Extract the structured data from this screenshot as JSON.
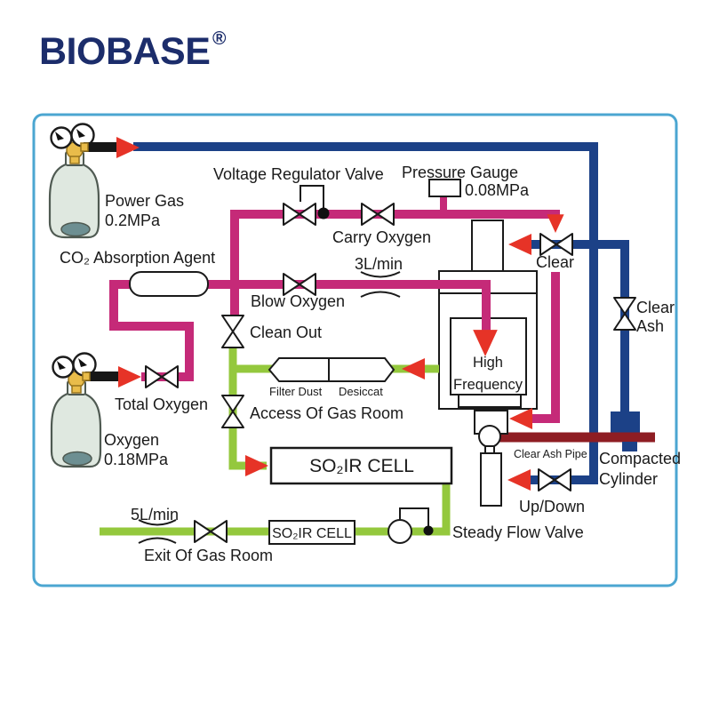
{
  "logo": {
    "text": "BIOBASE",
    "reg": "®"
  },
  "colors": {
    "pipe-magenta": "#c52a78",
    "pipe-green": "#94c83d",
    "pipe-blue": "#1c4187",
    "pipe-maroon": "#8e1d23",
    "arrow-red": "#e63327",
    "panel-border": "#4ba6d1",
    "logo-navy": "#1c2d6b",
    "cylinder-body": "#dfe8e0",
    "cylinder-base": "#6d8f92",
    "brass": "#e9bc4a"
  },
  "labels": {
    "power_gas_1": "Power Gas",
    "power_gas_2": "0.2MPa",
    "co2_agent": "CO₂ Absorption Agent",
    "voltage_regulator_valve": "Voltage Regulator Valve",
    "pressure_gauge": "Pressure Gauge",
    "pressure_value": "0.08MPa",
    "carry_oxygen": "Carry Oxygen",
    "flow_3l": "3L/min",
    "blow_oxygen": "Blow Oxygen",
    "clean_out": "Clean Out",
    "filter_dust": "Filter Dust",
    "desiccat": "Desiccat",
    "access_gas_room": "Access Of Gas Room",
    "total_oxygen": "Total Oxygen",
    "oxygen_1": "Oxygen",
    "oxygen_2": "0.18MPa",
    "high_1": "High",
    "high_2": "Frequency",
    "clear": "Clear",
    "clear_ash_1": "Clear",
    "clear_ash_2": "Ash",
    "so2ir_cell_main": "SO₂IR CELL",
    "so2ir_cell_small": "SO₂IR CELL",
    "steady_flow_valve": "Steady Flow Valve",
    "flow_5l": "5L/min",
    "exit_gas_room": "Exit Of Gas Room",
    "up_down": "Up/Down",
    "clear_ash_pipe": "Clear Ash Pipe",
    "compacted_1": "Compacted",
    "compacted_2": "Cylinder"
  }
}
